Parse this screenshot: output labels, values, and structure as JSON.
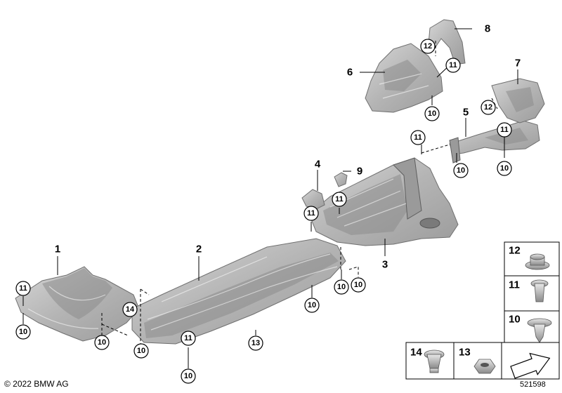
{
  "parts": {
    "p1": "1",
    "p2": "2",
    "p3": "3",
    "p4": "4",
    "p5": "5",
    "p6": "6",
    "p7": "7",
    "p8": "8",
    "p9": "9"
  },
  "callouts": {
    "n10": "10",
    "n11": "11",
    "n12": "12",
    "n13": "13",
    "n14": "14"
  },
  "legend": [
    "12",
    "11",
    "10",
    "14",
    "13"
  ],
  "footer": {
    "copyright": "© 2022 BMW AG",
    "doc_number": "521598"
  },
  "colors": {
    "part_fill": "#bdbdbd",
    "line": "#000000"
  }
}
